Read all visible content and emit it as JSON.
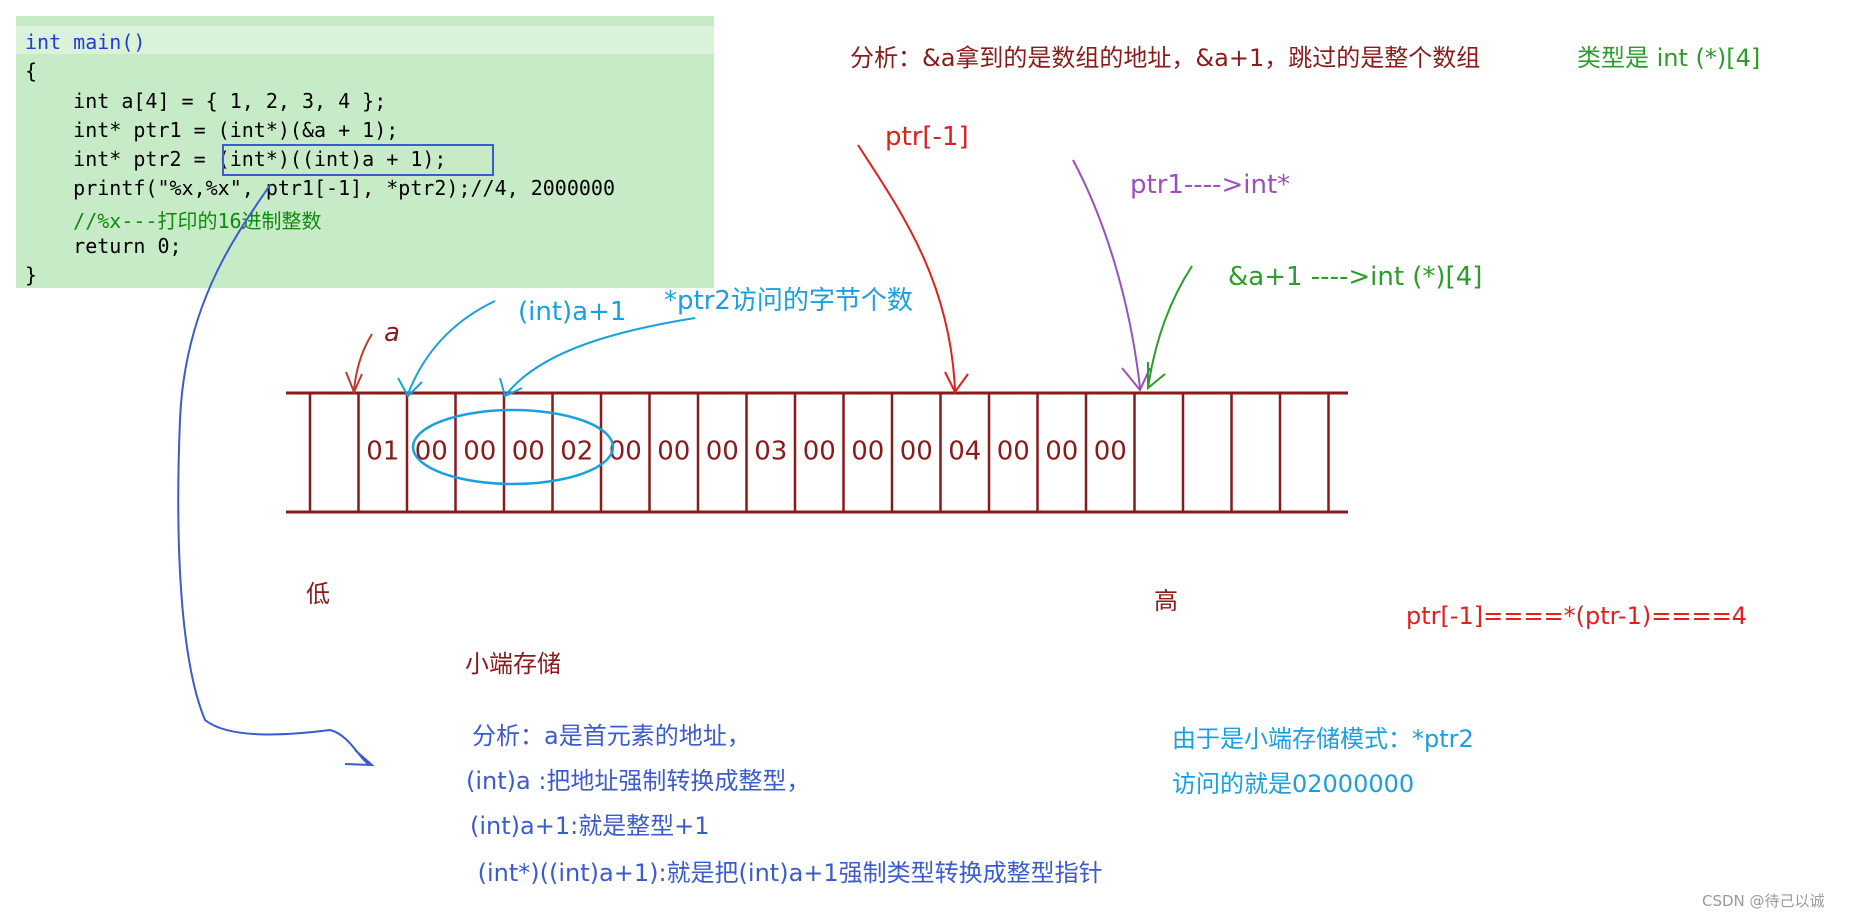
{
  "code": {
    "lines": [
      "int main()",
      "{",
      "    int a[4] = { 1, 2, 3, 4 };",
      "    int* ptr1 = (int*)(&a + 1);",
      "    int* ptr2 = (int*)((int)a + 1);",
      "    printf(\"%x,%x\", ptr1[-1], *ptr2);//4, 2000000",
      "    //%x---打印的16进制整数",
      "    return 0;",
      "}"
    ]
  },
  "annotations": {
    "top_analysis_part1": "分析：&a拿到的是数组的地址，&a+1，跳过的是整个数组",
    "top_analysis_part2": "类型是 int (*)[4]",
    "ptr_minus1": "ptr[-1]",
    "ptr1_type": "ptr1---->int*",
    "a_plus1_type": "&a+1   ---->int (*)[4]",
    "int_a_plus1": "(int)a+1",
    "ptr2_bytes": "*ptr2访问的字节个数",
    "a_label": "a",
    "low": "低",
    "high": "高",
    "ptr_eq": "ptr[-1]====*(ptr-1)====4",
    "little_endian": "小端存储",
    "analysis_lines": [
      "分析：a是首元素的地址，",
      "(int)a :把地址强制转换成整型，",
      "(int)a+1:就是整型+1",
      " (int*)((int)a+1):就是把(int)a+1强制类型转换成整型指针"
    ],
    "right_note_line1": "由于是小端存储模式：*ptr2",
    "right_note_line2": "访问的就是02000000"
  },
  "memory": {
    "bytes": [
      "01",
      "00",
      "00",
      "00",
      "02",
      "00",
      "00",
      "00",
      "03",
      "00",
      "00",
      "00",
      "04",
      "00",
      "00",
      "00"
    ]
  },
  "watermark": "CSDN @待己以诚",
  "colors": {
    "memory": "#8b1a1a",
    "red": "#e0201c",
    "purple": "#9b4fc0",
    "green": "#2a9d2a",
    "blue": "#3b5bd0",
    "cyan": "#1a9fe0",
    "code_bg": "#c6ebc6"
  }
}
